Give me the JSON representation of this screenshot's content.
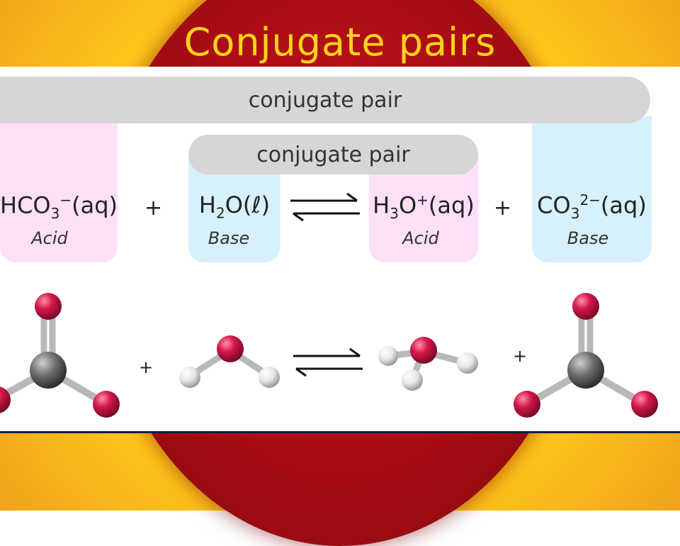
{
  "slide": {
    "title": "Conjugate pairs"
  },
  "equation": {
    "outer_pair_label": "conjugate pair",
    "inner_pair_label": "conjugate pair",
    "species": [
      {
        "formula": "HCO",
        "sub": "3",
        "sup": "−",
        "state": "(aq)",
        "role": "Acid"
      },
      {
        "formula": "H",
        "sub": "2",
        "tail": "O",
        "state": "(ℓ)",
        "role": "Base"
      },
      {
        "formula": "H",
        "sub": "3",
        "tail": "O",
        "sup": "+",
        "state": "(aq)",
        "role": "Acid"
      },
      {
        "formula": "CO",
        "sub": "3",
        "sup": "2−",
        "state": "(aq)",
        "role": "Base"
      }
    ],
    "plus_sign": "+",
    "arrow": "equilibrium-arrows"
  },
  "molecules": {
    "left": "bicarbonate-model",
    "second": "water-model",
    "third": "hydronium-model",
    "right": "carbonate-model",
    "plus_sign": "+",
    "colors": {
      "oxygen": "#d4174a",
      "carbon": "#6e6e6e",
      "hydrogen": "#e6e6e6",
      "bond": "#bdbdbd"
    }
  }
}
